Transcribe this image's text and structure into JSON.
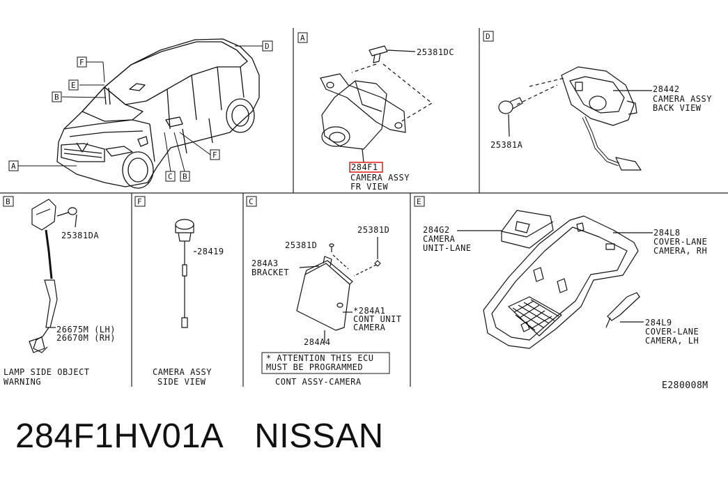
{
  "diagram_code": "E280008M",
  "part_number": "284F1HV01A",
  "brand": "NISSAN",
  "overview": {
    "callouts": [
      "F",
      "E",
      "B",
      "A",
      "D",
      "C",
      "B",
      "F"
    ]
  },
  "panel_a": {
    "tag": "A",
    "screw": "25381DC",
    "highlighted_part": "284F1",
    "caption_line1": "CAMERA ASSY",
    "caption_line2": "FR VIEW",
    "highlight_color": "#e0281e"
  },
  "panel_d": {
    "tag": "D",
    "screw": "25381A",
    "part": "28442",
    "caption_line1": "CAMERA ASSY",
    "caption_line2": "BACK VIEW"
  },
  "panel_b": {
    "tag": "B",
    "screw": "25381DA",
    "part_lh": "26675M (LH)",
    "part_rh": "26670M (RH)",
    "caption_line1": "LAMP SIDE OBJECT",
    "caption_line2": "WARNING"
  },
  "panel_f": {
    "tag": "F",
    "part": "28419",
    "caption_line1": "CAMERA ASSY",
    "caption_line2": "SIDE VIEW"
  },
  "panel_c": {
    "tag": "C",
    "screw_left": "25381D",
    "screw_right": "25381D",
    "bracket_num": "284A3",
    "bracket_name": "BRACKET",
    "unit_num": "*284A1",
    "unit_line1": "CONT UNIT",
    "unit_line2": "CAMERA",
    "assy_num": "284A4",
    "attention_line1": "* ATTENTION THIS ECU",
    "attention_line2": "MUST BE PROGRAMMED",
    "caption": "CONT ASSY-CAMERA"
  },
  "panel_e": {
    "tag": "E",
    "camera_num": "284G2",
    "camera_line1": "CAMERA",
    "camera_line2": "UNIT-LANE",
    "rh_num": "284L8",
    "rh_line1": "COVER-LANE",
    "rh_line2": "CAMERA, RH",
    "lh_num": "284L9",
    "lh_line1": "COVER-LANE",
    "lh_line2": "CAMERA, LH"
  }
}
